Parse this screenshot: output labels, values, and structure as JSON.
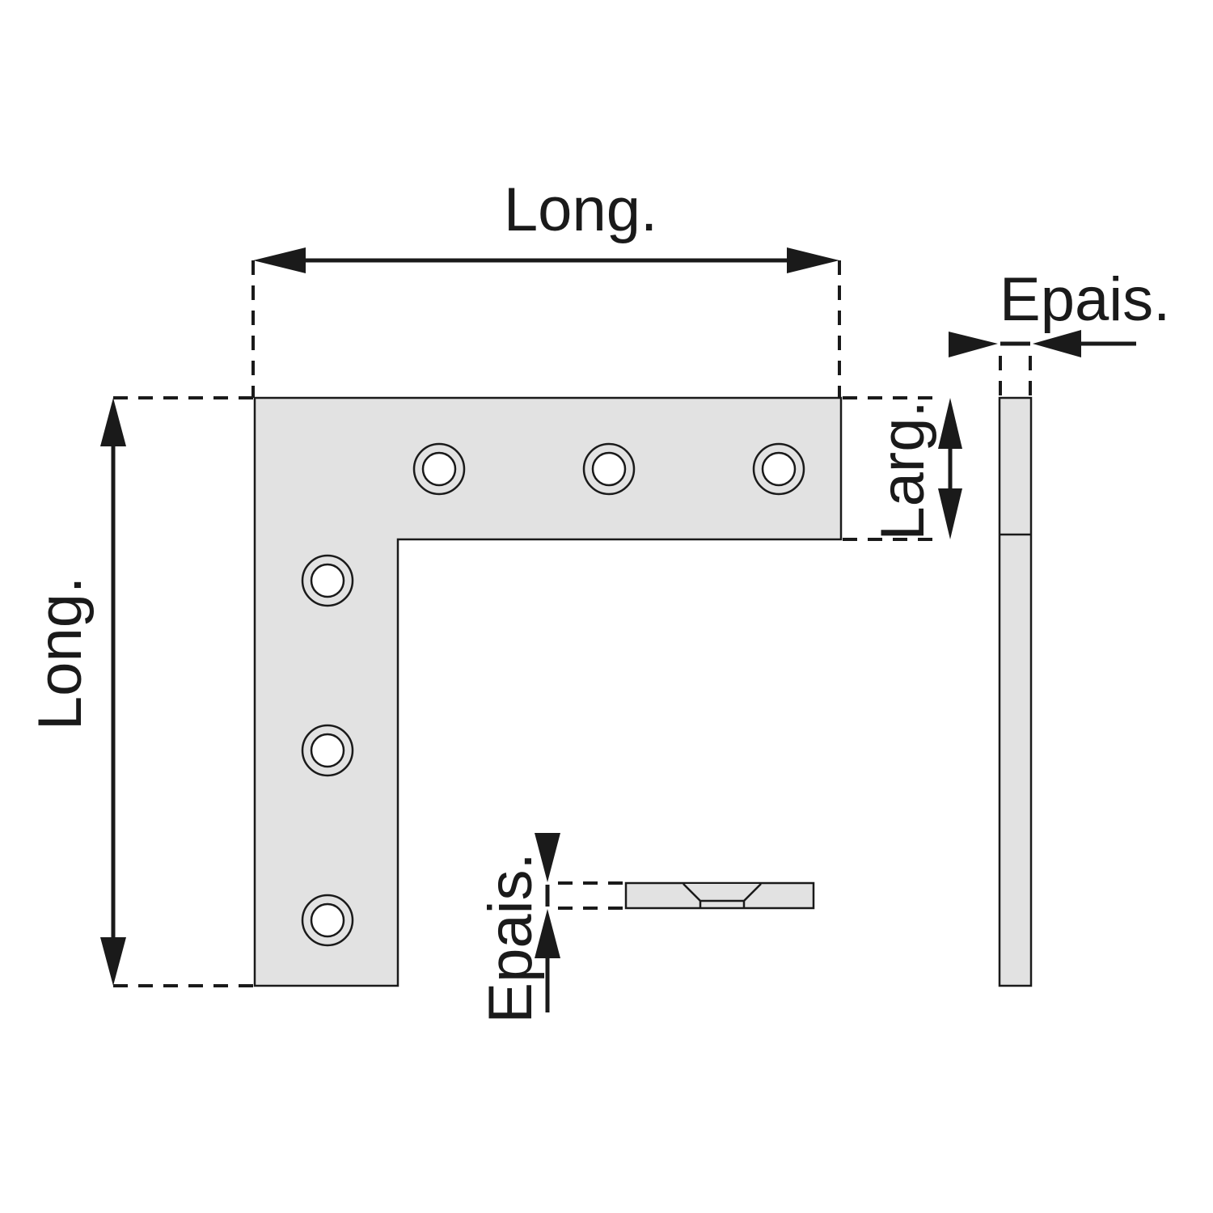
{
  "labels": {
    "length_top": "Long.",
    "length_left": "Long.",
    "width": "Larg.",
    "thickness_side": "Epais.",
    "thickness_section": "Epais."
  },
  "colors": {
    "part_fill": "#e2e2e2",
    "line": "#1a1a1a"
  }
}
